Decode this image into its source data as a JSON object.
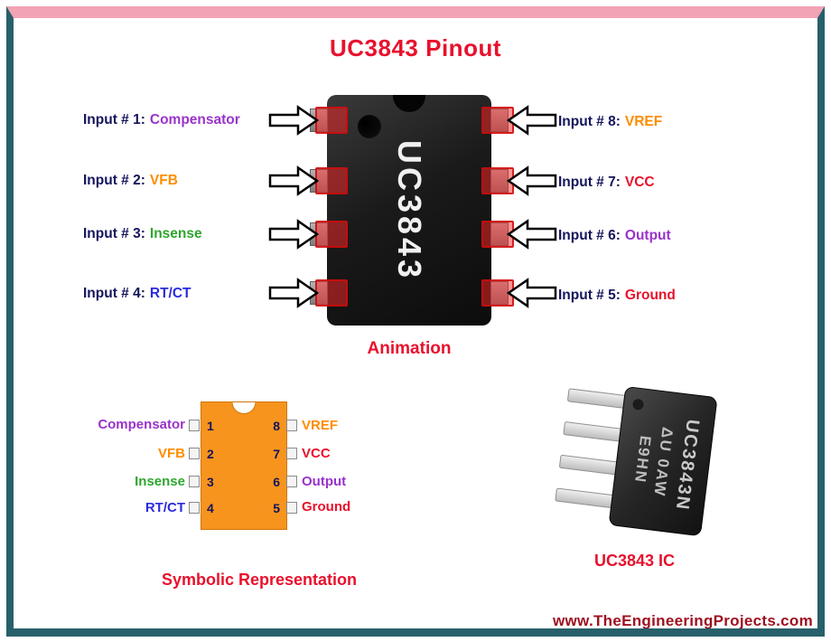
{
  "page": {
    "title": "UC3843 Pinout",
    "website": "www.TheEngineeringProjects.com"
  },
  "colors": {
    "title_red": "#e8112d",
    "label_navy": "#14145c",
    "website_red": "#9e1020",
    "frame_top_pink": "#f2a3b4",
    "frame_teal": "#27606a",
    "symbolic_body_orange": "#f7941d",
    "pin_highlight_red": "#cd0a0a"
  },
  "animation": {
    "caption": "Animation",
    "chip_label": "UC3843",
    "left_rows": [
      {
        "prefix": "Input # 1:",
        "name": "Compensator",
        "color": "#9933cc"
      },
      {
        "prefix": "Input # 2:",
        "name": "VFB",
        "color": "#ff8c00"
      },
      {
        "prefix": "Input # 3:",
        "name": "Insense",
        "color": "#2ea52e"
      },
      {
        "prefix": "Input # 4:",
        "name": "RT/CT",
        "color": "#2b2bdd"
      }
    ],
    "right_rows": [
      {
        "prefix": "Input # 8:",
        "name": "VREF",
        "color": "#ff8c00"
      },
      {
        "prefix": "Input # 7:",
        "name": "VCC",
        "color": "#e8112d"
      },
      {
        "prefix": "Input # 6:",
        "name": "Output",
        "color": "#9933cc"
      },
      {
        "prefix": "Input # 5:",
        "name": "Ground",
        "color": "#e8112d"
      }
    ]
  },
  "symbolic": {
    "caption": "Symbolic Representation",
    "left_pins": [
      {
        "num": "1",
        "name": "Compensator",
        "color": "#9933cc"
      },
      {
        "num": "2",
        "name": "VFB",
        "color": "#ff8c00"
      },
      {
        "num": "3",
        "name": "Insense",
        "color": "#2ea52e"
      },
      {
        "num": "4",
        "name": "RT/CT",
        "color": "#2b2bdd"
      }
    ],
    "right_pins": [
      {
        "num": "8",
        "name": "VREF",
        "color": "#ff8c00"
      },
      {
        "num": "7",
        "name": "VCC",
        "color": "#e8112d"
      },
      {
        "num": "6",
        "name": "Output",
        "color": "#9933cc"
      },
      {
        "num": "5",
        "name": "Ground",
        "color": "#e8112d"
      }
    ]
  },
  "photo": {
    "caption": "UC3843 IC",
    "marking_line1": "UC3843N",
    "marking_line2": "ΔU 0AW",
    "marking_line3": "E9HN"
  }
}
